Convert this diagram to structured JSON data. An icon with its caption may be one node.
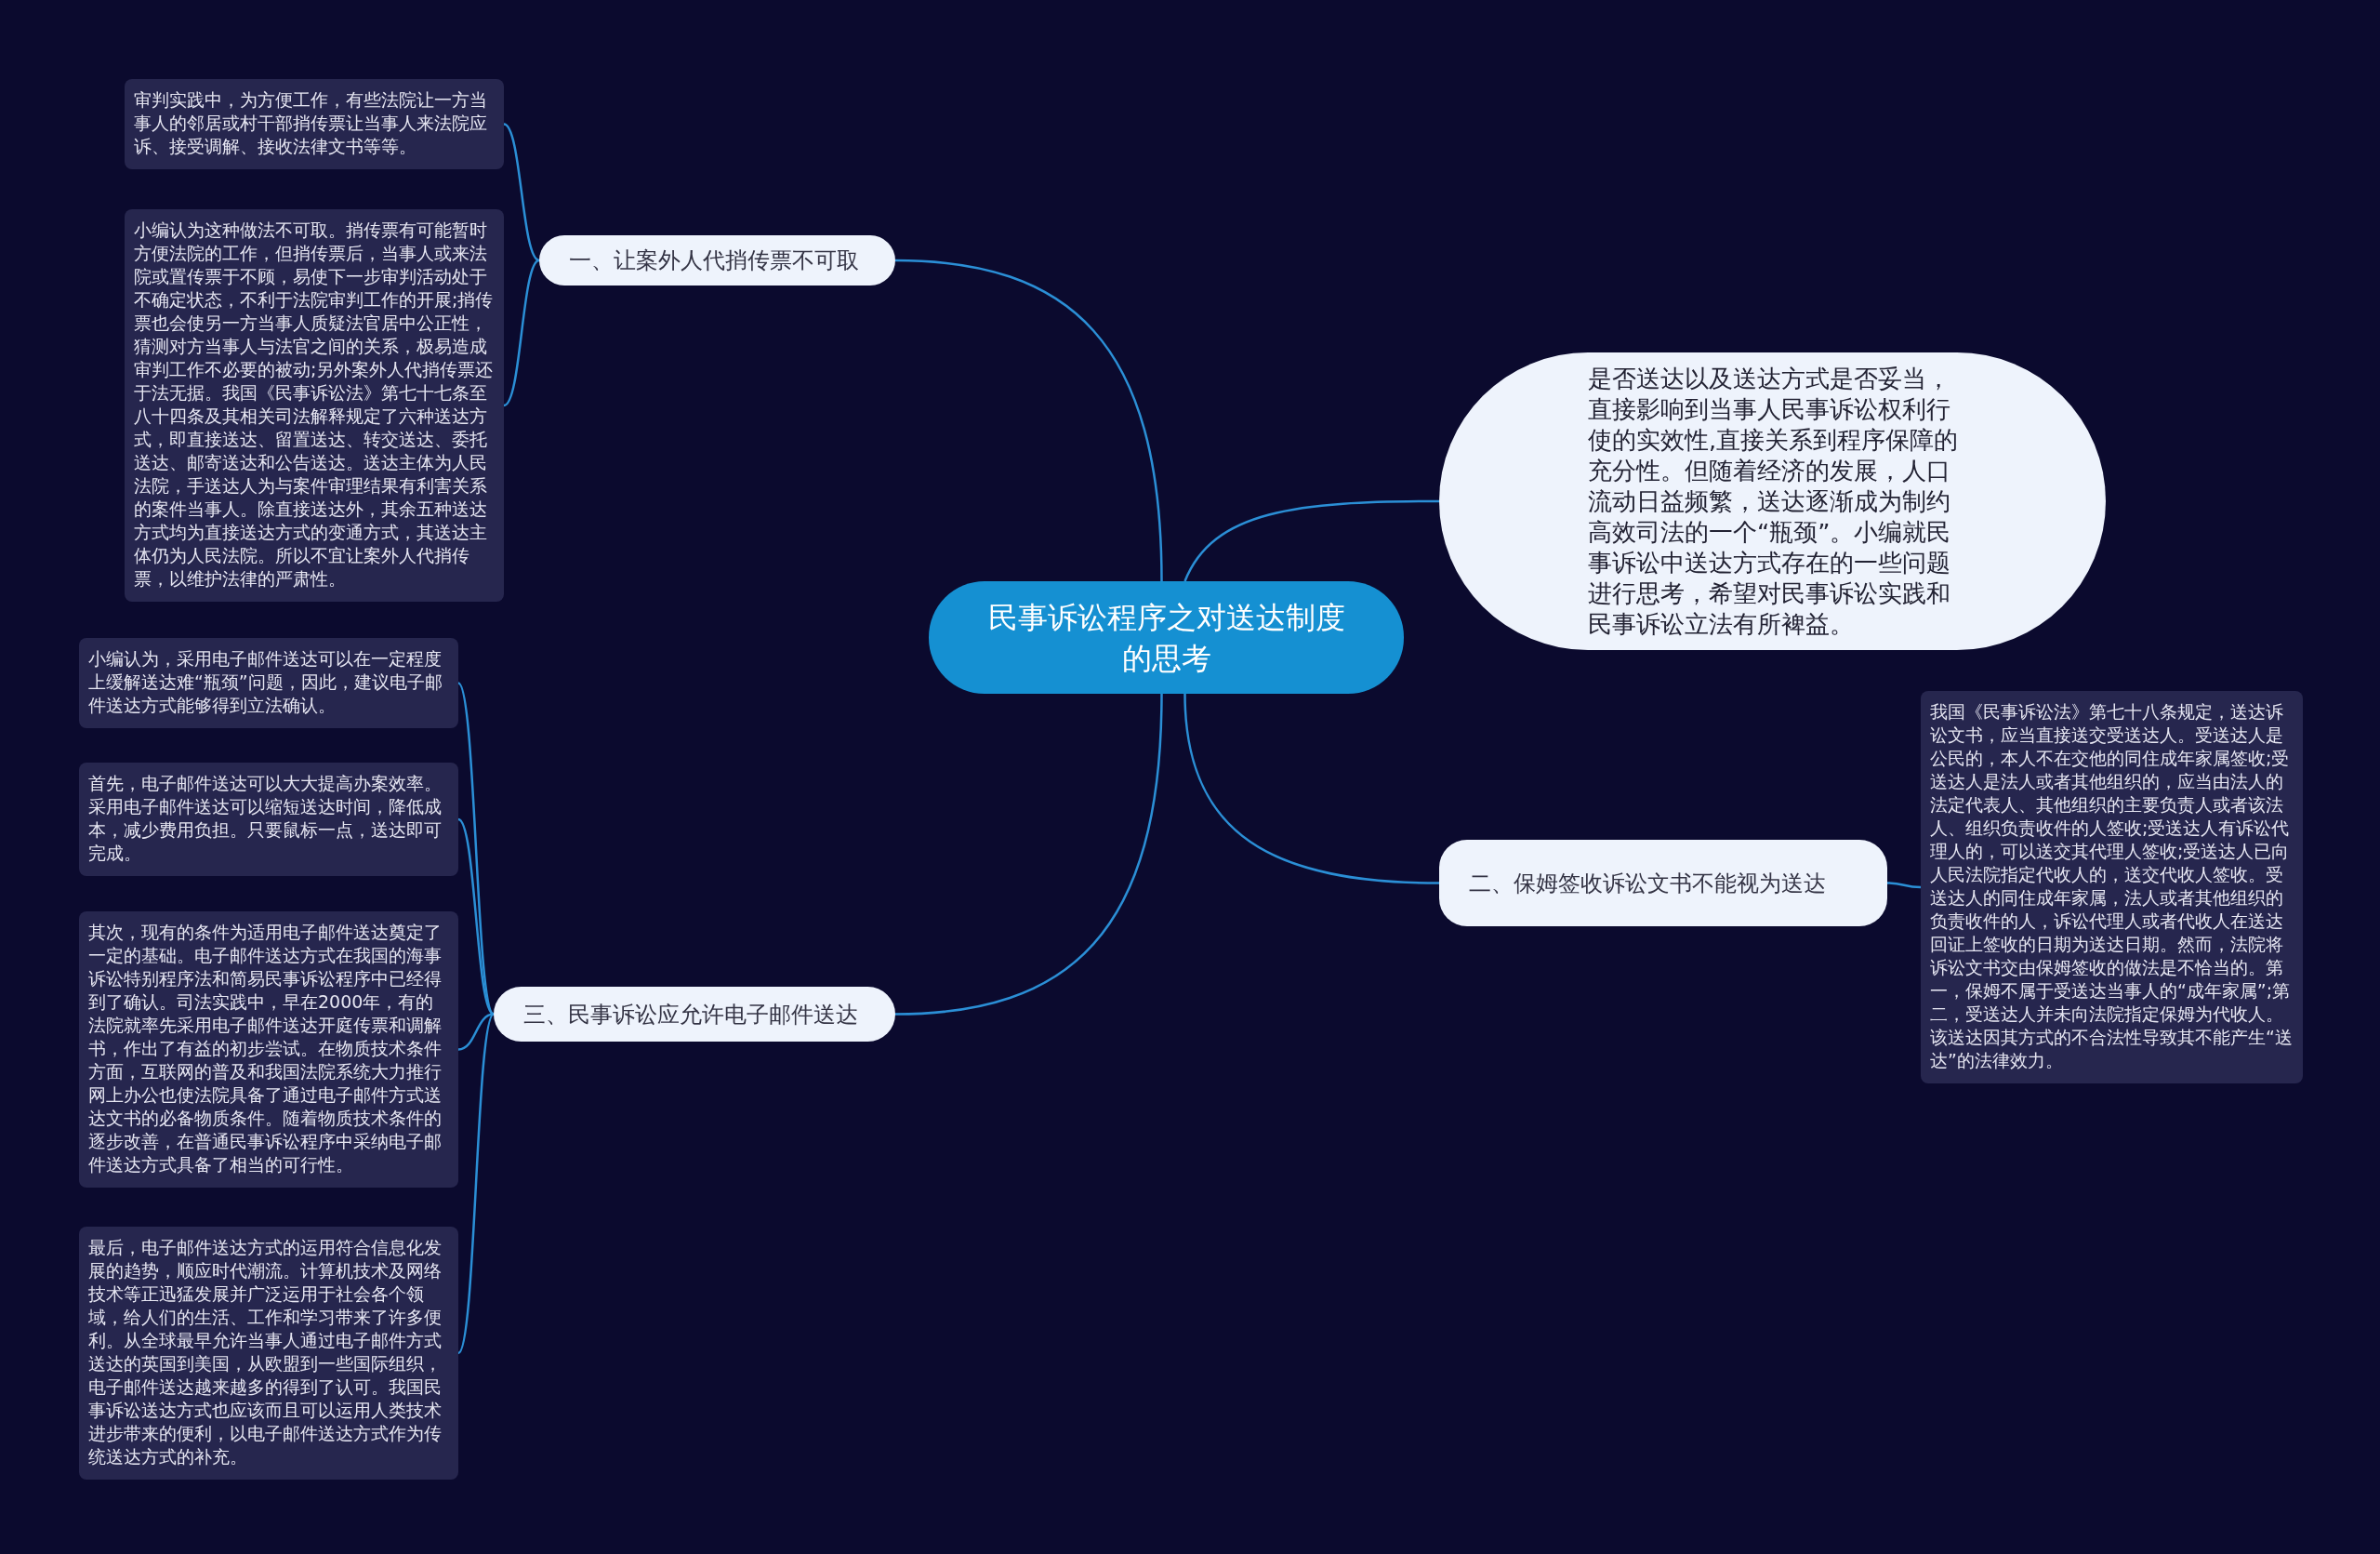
{
  "diagram": {
    "nodes": [
      {
        "text": [
          "民事诉讼程序之对送达制度的思考"
        ]
      },
      {
        "text": [
          "一、让案外人代捎传票不可取"
        ]
      },
      {
        "text": [
          "审判实践中，为方便工作，有些法院让一方当事人的邻居或村干部捎传票让当事人来法院应诉、接受调解、接收法律文书等等。"
        ]
      },
      {
        "text": [
          "小编认为这种做法不可取。捎传票有可能暂时方便法院的工作，但捎传票后，当事人或来法院或置传票于不顾，易使下一步审判活动处于不确定状态，不利于法院审判工作的开展;捎传票也会使另一方当事人质疑法官居中公正性，猜测对方当事人与法官之间的关系，极易造成审判工作不必要的被动;另外案外人代捎传票还于法无据。我国《民事诉讼法》第七十七条至八十四条及其相关司法解释规定了六种送达方式，即直接送达、留置送达、转交送达、委托送达、邮寄送达和公告送达。送达主体为人民法院，手送达人为与案件审理结果有利害关系的案件当事人。除直接送达外，其余五种送达方式均为直接送达方式的变通方式，其送达主体仍为人民法院。所以不宜让案外人代捎传票，以维护法律的严肃性。"
        ]
      },
      {
        "text": [
          "是否送达以及送达方式是否妥当，直接影响到当事人民事诉讼权利行使的实效性,直接关系到程序保障的充分性。但随着经济的发展，人口流动日益频繁，送达逐渐成为制约高效司法的一个“瓶颈”。小编就民事诉讼中送达方式存在的一些问题进行思考，希望对民事诉讼实践和民事诉讼立法有所裨益。"
        ]
      },
      {
        "text": [
          "二、保姆签收诉讼文书不能视为送达"
        ]
      },
      {
        "text": [
          "我国《民事诉讼法》第七十八条规定，送达诉讼文书，应当直接送交受送达人。受送达人是公民的，本人不在交他的同住成年家属签收;受送达人是法人或者其他组织的，应当由法人的法定代表人、其他组织的主要负责人或者该法人、组织负责收件的人签收;受送达人有诉讼代理人的，可以送交其代理人签收;受送达人已向人民法院指定代收人的，送交代收人签收。受送达人的同住成年家属，法人或者其他组织的负责收件的人，诉讼代理人或者代收人在送达回证上签收的日期为送达日期。然而，法院将诉讼文书交由保姆签收的做法是不恰当的。第一，保姆不属于受送达当事人的“成年家属”;第二，受送达人并未向法院指定保姆为代收人。该送达因其方式的不合法性导致其不能产生“送达”的法律效力。"
        ]
      },
      {
        "text": [
          "三、民事诉讼应允许电子邮件送达"
        ]
      },
      {
        "text": [
          "小编认为，采用电子邮件送达可以在一定程度上缓解送达难“瓶颈”问题，因此，建议电子邮件送达方式能够得到立法确认。"
        ]
      },
      {
        "text": [
          "首先，电子邮件送达可以大大提高办案效率。采用电子邮件送达可以缩短送达时间，降低成本，减少费用负担。只要鼠标一点，送达即可完成。"
        ]
      },
      {
        "text": [
          "其次，现有的条件为适用电子邮件送达奠定了一定的基础。电子邮件送达方式在我国的海事诉讼特别程序法和简易民事诉讼程序中已经得到了确认。司法实践中，早在2000年，有的法院就率先采用电子邮件送达开庭传票和调解书，作出了有益的初步尝试。在物质技术条件方面，互联网的普及和我国法院系统大力推行网上办公也使法院具备了通过电子邮件方式送达文书的必备物质条件。随着物质技术条件的逐步改善，在普通民事诉讼程序中采纳电子邮件送达方式具备了相当的可行性。"
        ]
      },
      {
        "text": [
          "最后，电子邮件送达方式的运用符合信息化发展的趋势，顺应时代潮流。计算机技术及网络技术等正迅猛发展并广泛运用于社会各个领域，给人们的生活、工作和学习带来了许多便利。从全球最早允许当事人通过电子邮件方式送达的英国到美国，从欧盟到一些国际组织，电子邮件送达越来越多的得到了认可。我国民事诉讼送达方式也应该而且可以运用人类技术进步带来的便利，以电子邮件送达方式作为传统送达方式的补充。"
        ]
      }
    ],
    "edges": [
      {
        "from": 0,
        "to": 1,
        "arrow": "none"
      },
      {
        "from": 1,
        "to": 2,
        "arrow": "none"
      },
      {
        "from": 1,
        "to": 3,
        "arrow": "none"
      },
      {
        "from": 0,
        "to": 4,
        "arrow": "none"
      },
      {
        "from": 0,
        "to": 5,
        "arrow": "none"
      },
      {
        "from": 5,
        "to": 6,
        "arrow": "none"
      },
      {
        "from": 0,
        "to": 7,
        "arrow": "none"
      },
      {
        "from": 7,
        "to": 8,
        "arrow": "none"
      },
      {
        "from": 7,
        "to": 9,
        "arrow": "none"
      },
      {
        "from": 7,
        "to": 10,
        "arrow": "none"
      },
      {
        "from": 7,
        "to": 11,
        "arrow": "none"
      }
    ]
  }
}
